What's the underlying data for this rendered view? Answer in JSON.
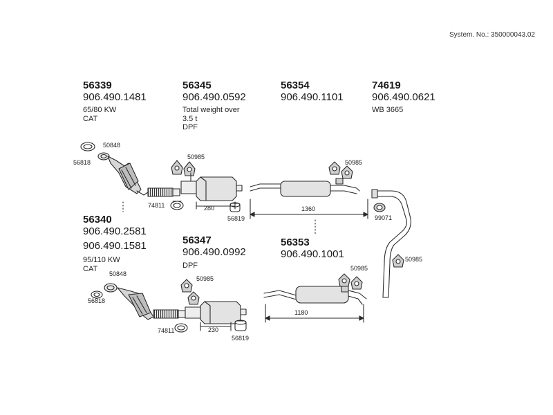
{
  "system_number": "System. No.: 350000043.02",
  "groups": [
    {
      "id": "56339",
      "ref": "906.490.1481",
      "info": "65/80 KW\nCAT"
    },
    {
      "id": "56345",
      "ref": "906.490.0592",
      "info": "Total weight over\n3.5 t\nDPF"
    },
    {
      "id": "56354",
      "ref": "906.490.1101",
      "info": ""
    },
    {
      "id": "74619",
      "ref": "906.490.0621",
      "info": "WB 3665"
    },
    {
      "id": "56340",
      "ref": "906.490.2581",
      "ref2": "906.490.1581",
      "info": "95/110 KW\nCAT"
    },
    {
      "id": "56347",
      "ref": "906.490.0992",
      "info": "DPF"
    },
    {
      "id": "56353",
      "ref": "906.490.1001",
      "info": ""
    }
  ],
  "part_labels": {
    "clamp_top": "50848",
    "gasket_top": "56818",
    "clamp_mid_top": "74811",
    "gasket_dpf_top": "50985",
    "clamp_dpf_top": "56819",
    "gasket_muffler_top": "50985",
    "hanger_tail": "99071",
    "gasket_tail": "50985",
    "clamp_bot": "50848",
    "gasket_bot": "56818",
    "clamp_mid_bot": "74811",
    "gasket_dpf_bot": "50985",
    "clamp_dpf_bot": "56819",
    "gasket_muffler_bot": "50985"
  },
  "dimensions": {
    "dpf_top": "280",
    "muffler_top": "1360",
    "dpf_bot": "230",
    "muffler_bot": "1180"
  },
  "colors": {
    "line": "#2a2a2a",
    "fill_light": "#e9e9e9",
    "fill_mid": "#cfcfcf",
    "fill_dark": "#8f8f8f",
    "text": "#1a1a1a"
  }
}
